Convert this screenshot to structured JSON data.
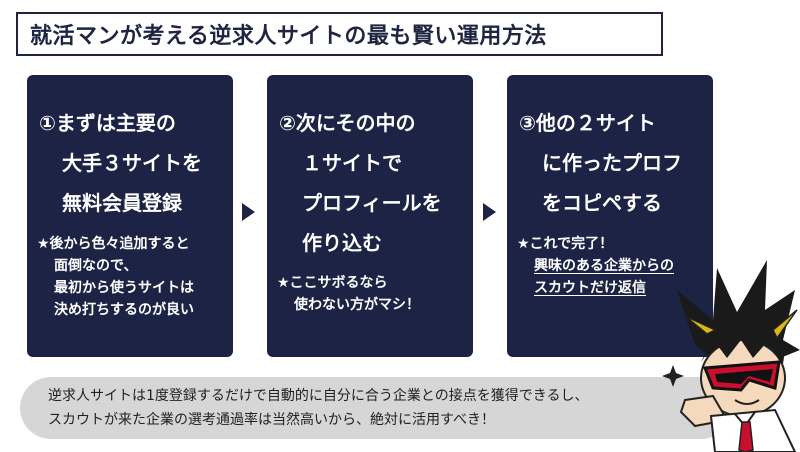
{
  "title": "就活マンが考える逆求人サイトの最も賢い運用方法",
  "steps": [
    {
      "heading": [
        "①まずは主要の",
        "大手３サイトを",
        "無料会員登録"
      ],
      "note": [
        "★後から色々追加すると",
        "面倒なので、",
        "最初から使うサイトは",
        "決め打ちするのが良い"
      ]
    },
    {
      "heading": [
        "②次にその中の",
        "１サイトで",
        "プロフィールを",
        "作り込む"
      ],
      "note": [
        "★ここサボるなら",
        "使わない方がマシ！"
      ]
    },
    {
      "heading": [
        "③他の２サイト",
        "に作ったプロフ",
        "をコピペする"
      ],
      "note": [
        "★これで完了！",
        "興味のある企業からの",
        "スカウトだけ返信"
      ]
    }
  ],
  "bubble": [
    "逆求人サイトは1度登録するだけで自動的に自分に合う企業との接点を獲得できるし、",
    "スカウトが来た企業の選考通過率は当然高いから、絶対に活用すべき！"
  ],
  "colors": {
    "navy": "#1c2344",
    "bubble": "#d6d6d6",
    "accent": "#d9b814"
  },
  "icons": {
    "mascot": "mascot-character-icon",
    "arrows": "triangle-right-icon"
  }
}
